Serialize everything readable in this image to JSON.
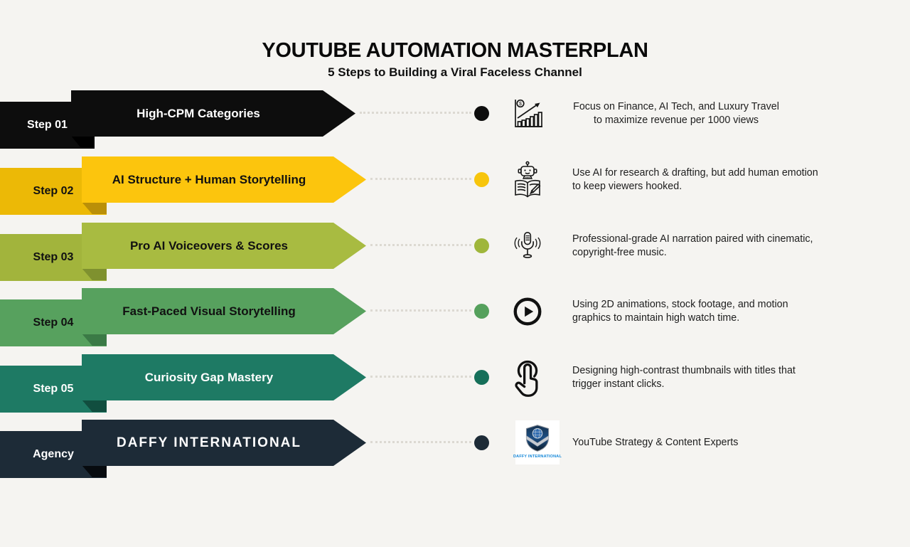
{
  "header": {
    "title": "YOUTUBE AUTOMATION MASTERPLAN",
    "subtitle": "5 Steps to Building a Viral Faceless Channel"
  },
  "colors": {
    "background": "#F5F4F1",
    "dotted_connector": "#DCD9D2",
    "description_text": "#202020",
    "logo_text_blue": "#1286D8"
  },
  "rows": [
    {
      "tab_label": "Step 01",
      "banner_title": "High-CPM Categories",
      "banner_color": "#0D0D0D",
      "tab_color": "#0D0D0D",
      "fold_color": "#000000",
      "text_color": "#FFFFFF",
      "dot_color": "#0D0D0D",
      "icon": "chart-growth-icon",
      "desc_lines": [
        "Focus on Finance, AI Tech, and Luxury Travel",
        "to maximize revenue per 1000 views"
      ]
    },
    {
      "tab_label": "Step 02",
      "banner_title": "AI Structure + Human Storytelling",
      "banner_color": "#FCC50D",
      "tab_color": "#ECB906",
      "fold_color": "#BA8F08",
      "text_color": "#111111",
      "dot_color": "#F7C50C",
      "icon": "robot-book-icon",
      "desc_lines": [
        "Use AI for research & drafting, but add human emotion",
        "to keep viewers hooked."
      ]
    },
    {
      "tab_label": "Step 03",
      "banner_title": "Pro AI Voiceovers & Scores",
      "banner_color": "#A8BB41",
      "tab_color": "#A2B43C",
      "fold_color": "#7F912F",
      "text_color": "#111111",
      "dot_color": "#9FB63B",
      "icon": "microphone-icon",
      "desc_lines": [
        "Professional-grade AI narration paired with cinematic,",
        "copyright-free music."
      ]
    },
    {
      "tab_label": "Step 04",
      "banner_title": "Fast-Paced Visual Storytelling",
      "banner_color": "#57A15E",
      "tab_color": "#57A15E",
      "fold_color": "#3B7A46",
      "text_color": "#111111",
      "dot_color": "#55A05C",
      "icon": "play-icon",
      "desc_lines": [
        "Using 2D animations, stock footage, and motion",
        "graphics to maintain high watch time."
      ]
    },
    {
      "tab_label": "Step 05",
      "banner_title": "Curiosity Gap Mastery",
      "banner_color": "#1E7A64",
      "tab_color": "#1E7A64",
      "fold_color": "#114E3F",
      "text_color": "#FFFFFF",
      "dot_color": "#156F59",
      "icon": "tap-finger-icon",
      "desc_lines": [
        "Designing high-contrast thumbnails with titles that",
        "trigger instant clicks."
      ]
    },
    {
      "tab_label": "Agency",
      "banner_title": "DAFFY INTERNATIONAL",
      "banner_color": "#1D2B37",
      "tab_color": "#1D2B37",
      "fold_color": "#070B0F",
      "text_color": "#FFFFFF",
      "dot_color": "#1D2B37",
      "icon": "daffy-international-logo",
      "logo_caption": "DAFFY INTERNATIONAL",
      "desc_lines": [
        "YouTube Strategy & Content Experts"
      ]
    }
  ]
}
